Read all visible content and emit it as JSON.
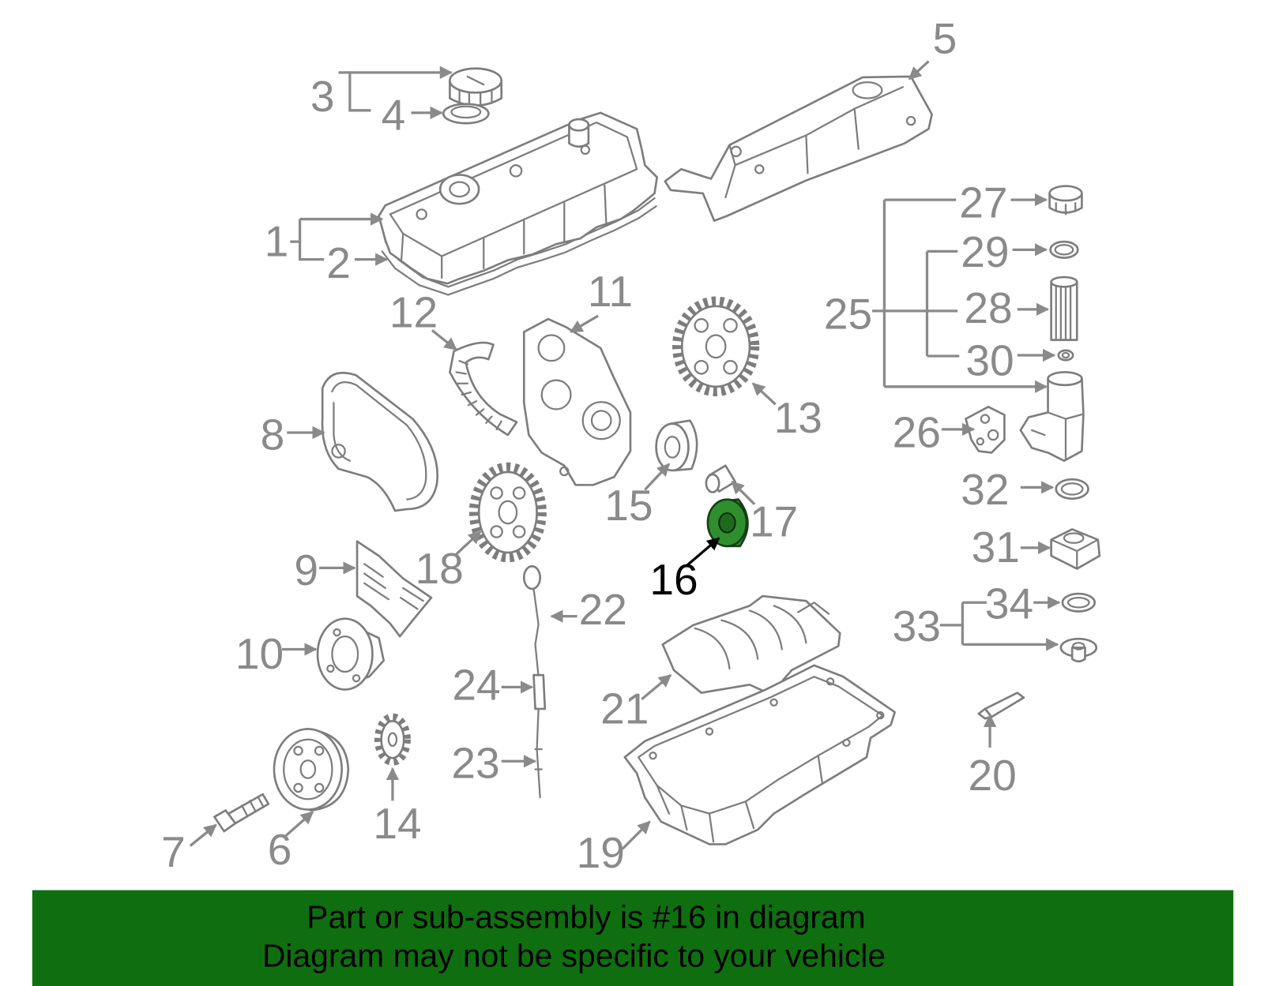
{
  "callouts": [
    "1",
    "2",
    "3",
    "4",
    "5",
    "6",
    "7",
    "8",
    "9",
    "10",
    "11",
    "12",
    "13",
    "14",
    "15",
    "16",
    "17",
    "18",
    "19",
    "20",
    "21",
    "22",
    "23",
    "24",
    "25",
    "26",
    "27",
    "28",
    "29",
    "30",
    "31",
    "32",
    "33",
    "34"
  ],
  "highlighted_part": "16",
  "banner": {
    "line1": "Part or sub-assembly is #16 in diagram",
    "line2": "Diagram may not be specific to your vehicle"
  },
  "colors": {
    "line_art": "#7d7d7d",
    "label": "#8a8a8a",
    "highlight_fill": "#2f8f2f",
    "highlight_label": "#000000",
    "banner_background": "#0f6f10",
    "banner_text": "#000000"
  }
}
